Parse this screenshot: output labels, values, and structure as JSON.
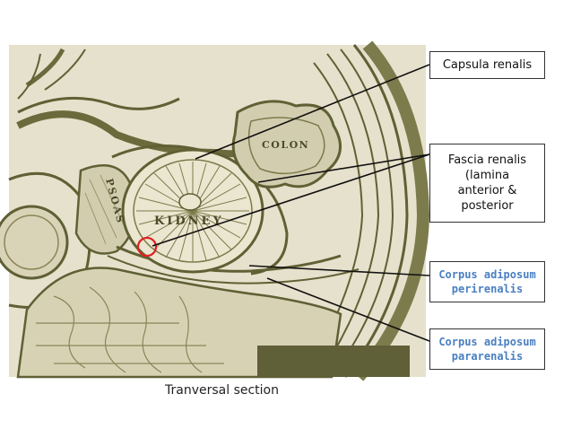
{
  "labels": {
    "capsula": "Capsula renalis",
    "fascia": [
      "Fascia renalis",
      "(lamina",
      "anterior &",
      "posterior"
    ],
    "perirenalis": [
      "Corpus adiposum",
      "perirenalis"
    ],
    "pararenalis": [
      "Corpus adiposum",
      "pararenalis"
    ],
    "caption": "Tranversal section"
  },
  "organs": {
    "colon": "COLON",
    "kidney": "KIDNEY",
    "psoas": "PSOAS"
  },
  "colors": {
    "background": "#ffffff",
    "paper": "#e6e1cc",
    "ink": "#5f6034",
    "dark_box": "#5f5f38",
    "highlight_circle": "#e02020",
    "blue_label": "#4a7fc1"
  }
}
